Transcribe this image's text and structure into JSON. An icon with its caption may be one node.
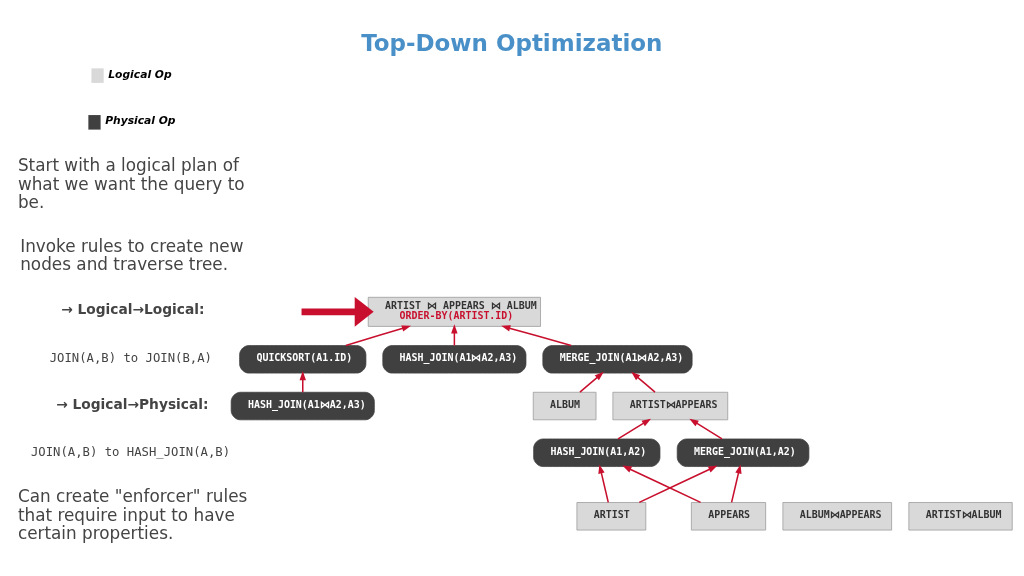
{
  "diagram": {
    "title": "Top-Down Optimization",
    "nodes": [
      {
        "text": [
          "ARTIST ⋈ APPEARS ⋈ ALBUM",
          "ORDER-BY(ARTIST.ID)"
        ]
      },
      {
        "text": [
          "QUICKSORT(A1.ID)"
        ]
      },
      {
        "text": [
          "HASH_JOIN(A1⋈A2,A3)"
        ]
      },
      {
        "text": [
          "MERGE_JOIN(A1⋈A2,A3)"
        ]
      },
      {
        "text": [
          "HASH_JOIN(A1⋈A2,A3)"
        ]
      },
      {
        "text": [
          "ARTIST⋈APPEARS"
        ]
      },
      {
        "text": [
          "ALBUM⋈APPEARS"
        ]
      },
      {
        "text": [
          "ARTIST⋈ALBUM"
        ]
      },
      {
        "text": [
          "HASH_JOIN(A1,A2)"
        ]
      },
      {
        "text": [
          "MERGE_JOIN(A1,A2)"
        ]
      },
      {
        "text": [
          "ARTIST"
        ]
      },
      {
        "text": [
          "ALBUM"
        ]
      },
      {
        "text": [
          "APPEARS"
        ]
      }
    ],
    "edges": [
      {
        "from": null,
        "to": 0,
        "arrow": "to",
        "style": "thick"
      },
      {
        "from": 1,
        "to": 0,
        "arrow": "to"
      },
      {
        "from": 2,
        "to": 0,
        "arrow": "to"
      },
      {
        "from": 3,
        "to": 0,
        "arrow": "to"
      },
      {
        "from": 4,
        "to": 1,
        "arrow": "to"
      },
      {
        "from": 5,
        "to": 3,
        "arrow": "to"
      },
      {
        "from": 11,
        "to": 3,
        "arrow": "to"
      },
      {
        "from": 9,
        "to": 5,
        "arrow": "to"
      },
      {
        "from": 8,
        "to": 5,
        "arrow": "to"
      },
      {
        "from": 10,
        "to": 8,
        "arrow": "to"
      },
      {
        "from": 12,
        "to": 8,
        "arrow": "to"
      },
      {
        "from": 10,
        "to": 9,
        "arrow": "to"
      },
      {
        "from": 12,
        "to": 9,
        "arrow": "to"
      }
    ],
    "labels": [
      "Start with a logical plan of what we want the query to be.",
      "Invoke rules to create new nodes and traverse tree.",
      "→ Logical→Logical:",
      "JOIN(A,B) to JOIN(B,A)",
      "→ Logical→Physical:",
      "JOIN(A,B) to HASH_JOIN(A,B)",
      "Can create \"enforcer\" rules that require input to have certain properties."
    ],
    "legend": [
      {
        "text": "Logical Op",
        "color": "#d9d9d9"
      },
      {
        "text": "Physical Op",
        "color": "#404040"
      }
    ]
  }
}
